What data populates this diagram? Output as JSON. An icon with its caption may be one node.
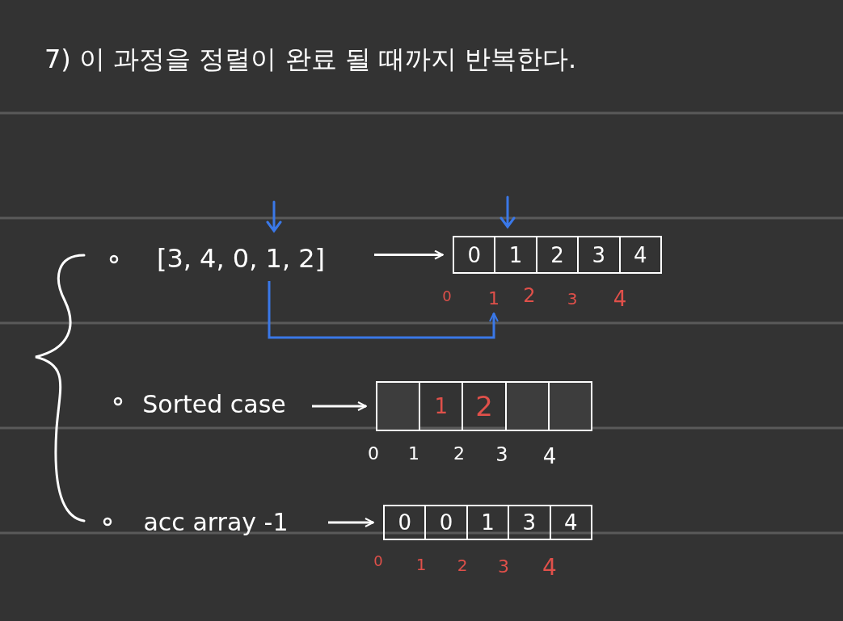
{
  "diagram": {
    "title": "7) 이 과정을 정렬이 완료 될 때까지 반복한다.",
    "nodes": [
      {
        "text": [
          "[3, 4, 0, 1, 2]"
        ]
      },
      {
        "text": [],
        "shape": "box"
      },
      {
        "text": [
          "0"
        ],
        "in": 1
      },
      {
        "text": [
          "1"
        ],
        "in": 1
      },
      {
        "text": [
          "2"
        ],
        "in": 1
      },
      {
        "text": [
          "3"
        ],
        "in": 1
      },
      {
        "text": [
          "4"
        ],
        "in": 1
      },
      {
        "text": [
          "1"
        ]
      },
      {
        "text": [
          "Sorted case"
        ]
      },
      {
        "text": [],
        "shape": "box"
      },
      {
        "text": [],
        "shape": "box",
        "in": 9
      },
      {
        "text": [
          "1"
        ],
        "in": 9
      },
      {
        "text": [
          "2"
        ],
        "in": 9
      },
      {
        "text": [],
        "shape": "box",
        "in": 9
      },
      {
        "text": [],
        "shape": "box",
        "in": 9
      },
      {
        "text": [
          "acc array -1"
        ]
      },
      {
        "text": [],
        "shape": "box"
      },
      {
        "text": [
          "0"
        ],
        "in": 16
      },
      {
        "text": [
          "0"
        ],
        "in": 16
      },
      {
        "text": [
          "1"
        ],
        "in": 16
      },
      {
        "text": [
          "3"
        ],
        "in": 16
      },
      {
        "text": [
          "4"
        ],
        "in": 16
      }
    ],
    "edges": [
      {
        "from": 0,
        "to": 1,
        "arrow": "to"
      },
      {
        "from": 0,
        "to": 7,
        "arrow": "to",
        "color": "#3a78e8"
      },
      {
        "from": 8,
        "to": 9,
        "arrow": "to"
      },
      {
        "from": 15,
        "to": 16,
        "arrow": "to"
      }
    ],
    "labels": [
      "0",
      "2",
      "3",
      "4",
      "0",
      "1",
      "2",
      "3",
      "4",
      "0",
      "1",
      "2",
      "3",
      "4"
    ]
  }
}
